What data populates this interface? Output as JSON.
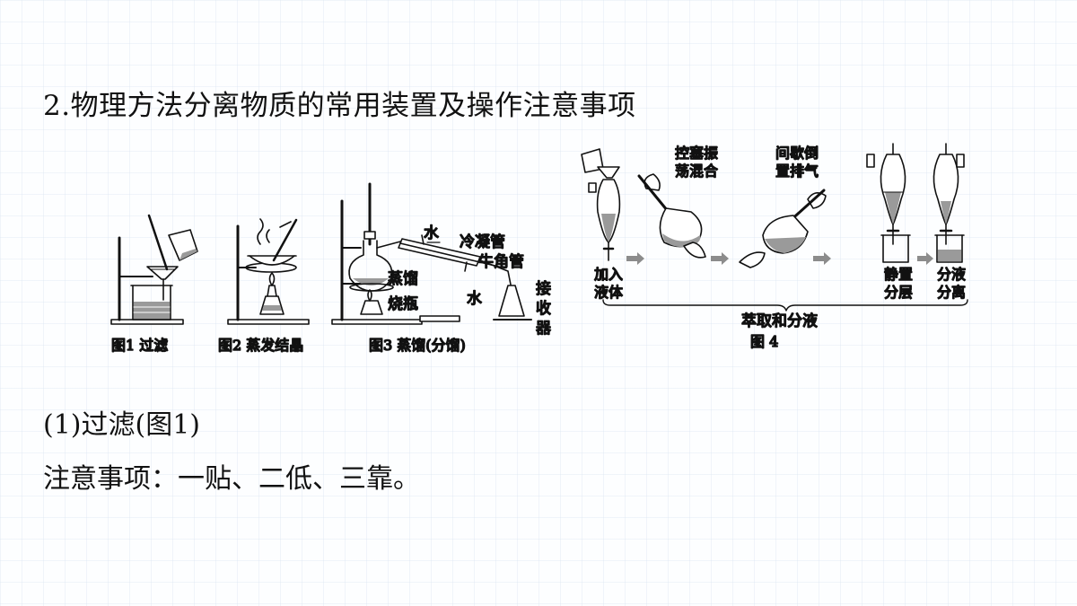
{
  "title": "2.物理方法分离物质的常用装置及操作注意事项",
  "figures": {
    "fig1": {
      "caption": "图1  过滤"
    },
    "fig2": {
      "caption": "图2  蒸发结晶"
    },
    "fig3": {
      "caption": "图3  蒸馏(分馏)",
      "labels": {
        "water_in": "水",
        "condenser": "冷凝管",
        "adapter": "牛角管",
        "flask_1": "蒸馏",
        "flask_2": "烧瓶",
        "water_out": "水",
        "receiver_1": "接",
        "receiver_2": "收",
        "receiver_3": "器"
      }
    },
    "fig4": {
      "steps": {
        "add_liquid_1": "加入",
        "add_liquid_2": "液体",
        "shake_1": "控塞振",
        "shake_2": "荡混合",
        "vent_1": "间歇倒",
        "vent_2": "置排气",
        "settle_1": "静置",
        "settle_2": "分层",
        "separate_1": "分液",
        "separate_2": "分离"
      },
      "group_label": "萃取和分液",
      "caption": "图 4"
    }
  },
  "subsection": "(1)过滤(图1)",
  "note": "注意事项：一贴、二低、三靠。",
  "colors": {
    "text": "#111111",
    "background": "#fdfeff",
    "liquid_gray": "#9a9a9a",
    "arrow_gray": "#8c8c8c"
  }
}
